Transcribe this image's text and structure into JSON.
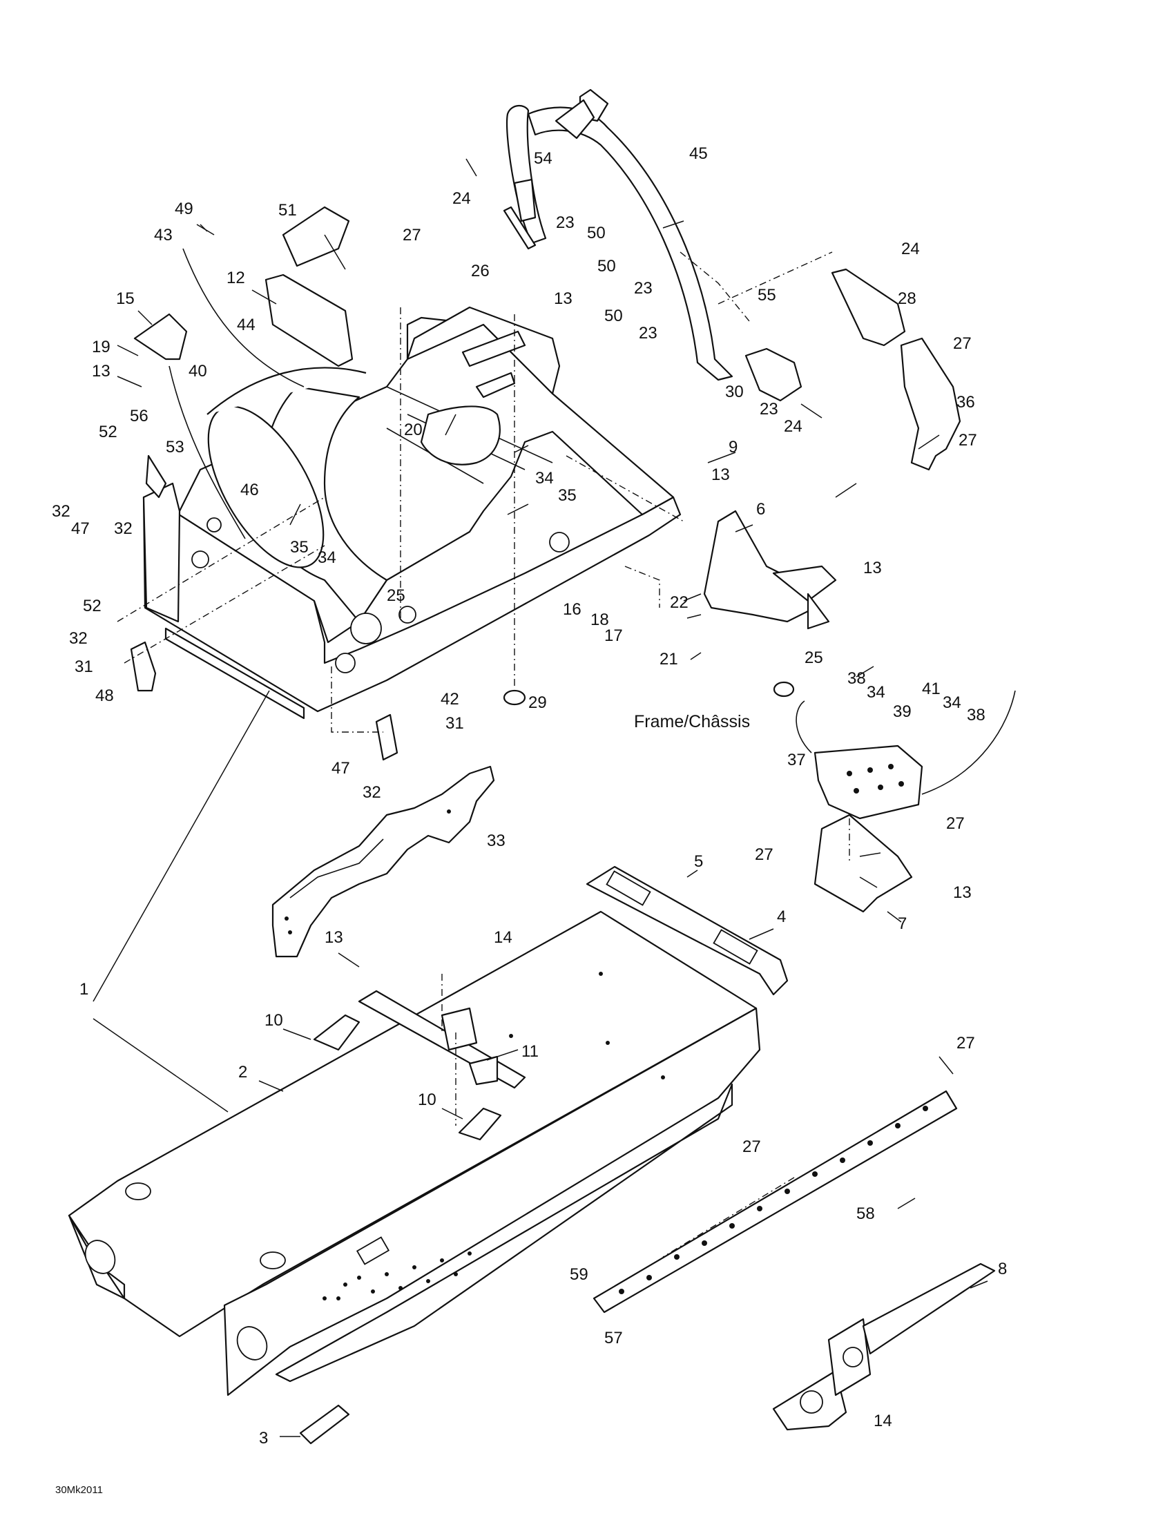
{
  "figure": {
    "caption_text": "Frame/Châssis",
    "drawing_code": "30Mk2011"
  },
  "callouts": [
    {
      "id": "c1",
      "text": "1"
    },
    {
      "id": "c2",
      "text": "2"
    },
    {
      "id": "c3",
      "text": "3"
    },
    {
      "id": "c4",
      "text": "4"
    },
    {
      "id": "c5",
      "text": "5"
    },
    {
      "id": "c6",
      "text": "6"
    },
    {
      "id": "c7",
      "text": "7"
    },
    {
      "id": "c8",
      "text": "8"
    },
    {
      "id": "c9",
      "text": "9"
    },
    {
      "id": "c10a",
      "text": "10"
    },
    {
      "id": "c10b",
      "text": "10"
    },
    {
      "id": "c11",
      "text": "11"
    },
    {
      "id": "c12",
      "text": "12"
    },
    {
      "id": "c13a",
      "text": "13"
    },
    {
      "id": "c13b",
      "text": "13"
    },
    {
      "id": "c13c",
      "text": "13"
    },
    {
      "id": "c13d",
      "text": "13"
    },
    {
      "id": "c13e",
      "text": "13"
    },
    {
      "id": "c13f",
      "text": "13"
    },
    {
      "id": "c14a",
      "text": "14"
    },
    {
      "id": "c14b",
      "text": "14"
    },
    {
      "id": "c15",
      "text": "15"
    },
    {
      "id": "c16",
      "text": "16"
    },
    {
      "id": "c17",
      "text": "17"
    },
    {
      "id": "c18",
      "text": "18"
    },
    {
      "id": "c19",
      "text": "19"
    },
    {
      "id": "c20",
      "text": "20"
    },
    {
      "id": "c21",
      "text": "21"
    },
    {
      "id": "c22",
      "text": "22"
    },
    {
      "id": "c23a",
      "text": "23"
    },
    {
      "id": "c23b",
      "text": "23"
    },
    {
      "id": "c23c",
      "text": "23"
    },
    {
      "id": "c23d",
      "text": "23"
    },
    {
      "id": "c24a",
      "text": "24"
    },
    {
      "id": "c24b",
      "text": "24"
    },
    {
      "id": "c24c",
      "text": "24"
    },
    {
      "id": "c25a",
      "text": "25"
    },
    {
      "id": "c25b",
      "text": "25"
    },
    {
      "id": "c26",
      "text": "26"
    },
    {
      "id": "c27a",
      "text": "27"
    },
    {
      "id": "c27b",
      "text": "27"
    },
    {
      "id": "c27c",
      "text": "27"
    },
    {
      "id": "c27d",
      "text": "27"
    },
    {
      "id": "c27e",
      "text": "27"
    },
    {
      "id": "c27f",
      "text": "27"
    },
    {
      "id": "c27g",
      "text": "27"
    },
    {
      "id": "c28",
      "text": "28"
    },
    {
      "id": "c29",
      "text": "29"
    },
    {
      "id": "c30",
      "text": "30"
    },
    {
      "id": "c31a",
      "text": "31"
    },
    {
      "id": "c31b",
      "text": "31"
    },
    {
      "id": "c32a",
      "text": "32"
    },
    {
      "id": "c32b",
      "text": "32"
    },
    {
      "id": "c32c",
      "text": "32"
    },
    {
      "id": "c32d",
      "text": "32"
    },
    {
      "id": "c33",
      "text": "33"
    },
    {
      "id": "c34a",
      "text": "34"
    },
    {
      "id": "c34b",
      "text": "34"
    },
    {
      "id": "c34c",
      "text": "34"
    },
    {
      "id": "c34d",
      "text": "34"
    },
    {
      "id": "c35a",
      "text": "35"
    },
    {
      "id": "c35b",
      "text": "35"
    },
    {
      "id": "c36",
      "text": "36"
    },
    {
      "id": "c37",
      "text": "37"
    },
    {
      "id": "c38a",
      "text": "38"
    },
    {
      "id": "c38b",
      "text": "38"
    },
    {
      "id": "c39",
      "text": "39"
    },
    {
      "id": "c40",
      "text": "40"
    },
    {
      "id": "c41",
      "text": "41"
    },
    {
      "id": "c42",
      "text": "42"
    },
    {
      "id": "c43",
      "text": "43"
    },
    {
      "id": "c44",
      "text": "44"
    },
    {
      "id": "c45",
      "text": "45"
    },
    {
      "id": "c46",
      "text": "46"
    },
    {
      "id": "c47a",
      "text": "47"
    },
    {
      "id": "c47b",
      "text": "47"
    },
    {
      "id": "c48",
      "text": "48"
    },
    {
      "id": "c49",
      "text": "49"
    },
    {
      "id": "c50a",
      "text": "50"
    },
    {
      "id": "c50b",
      "text": "50"
    },
    {
      "id": "c50c",
      "text": "50"
    },
    {
      "id": "c51",
      "text": "51"
    },
    {
      "id": "c52a",
      "text": "52"
    },
    {
      "id": "c52b",
      "text": "52"
    },
    {
      "id": "c53",
      "text": "53"
    },
    {
      "id": "c54",
      "text": "54"
    },
    {
      "id": "c55",
      "text": "55"
    },
    {
      "id": "c56",
      "text": "56"
    },
    {
      "id": "c57",
      "text": "57"
    },
    {
      "id": "c58",
      "text": "58"
    },
    {
      "id": "c59",
      "text": "59"
    }
  ]
}
